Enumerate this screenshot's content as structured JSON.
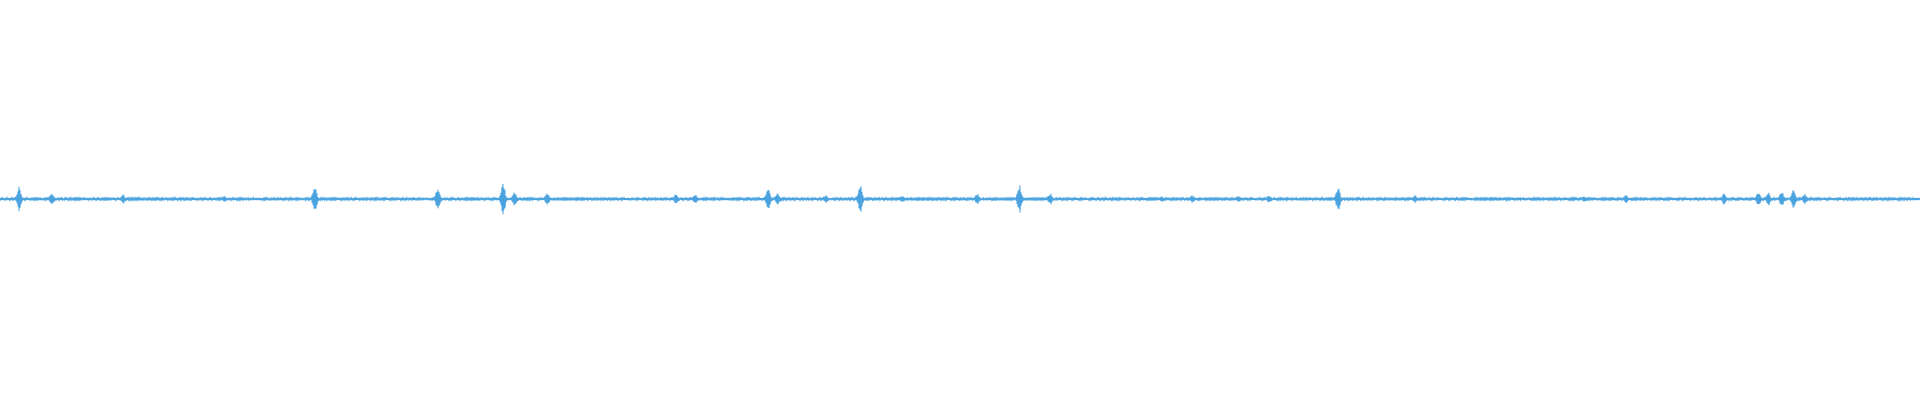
{
  "waveform": {
    "color": "#4aa3df",
    "baseline_amplitude": 0.012,
    "peaks": [
      {
        "t": 0.01,
        "amp": 0.13
      },
      {
        "t": 0.027,
        "amp": 0.06
      },
      {
        "t": 0.064,
        "amp": 0.05
      },
      {
        "t": 0.117,
        "amp": 0.03
      },
      {
        "t": 0.164,
        "amp": 0.16
      },
      {
        "t": 0.228,
        "amp": 0.13
      },
      {
        "t": 0.262,
        "amp": 0.17
      },
      {
        "t": 0.268,
        "amp": 0.08
      },
      {
        "t": 0.285,
        "amp": 0.07
      },
      {
        "t": 0.352,
        "amp": 0.05
      },
      {
        "t": 0.362,
        "amp": 0.05
      },
      {
        "t": 0.4,
        "amp": 0.13
      },
      {
        "t": 0.405,
        "amp": 0.06
      },
      {
        "t": 0.43,
        "amp": 0.04
      },
      {
        "t": 0.448,
        "amp": 0.15
      },
      {
        "t": 0.47,
        "amp": 0.04
      },
      {
        "t": 0.509,
        "amp": 0.06
      },
      {
        "t": 0.531,
        "amp": 0.15
      },
      {
        "t": 0.547,
        "amp": 0.06
      },
      {
        "t": 0.605,
        "amp": 0.03
      },
      {
        "t": 0.621,
        "amp": 0.04
      },
      {
        "t": 0.645,
        "amp": 0.03
      },
      {
        "t": 0.661,
        "amp": 0.04
      },
      {
        "t": 0.697,
        "amp": 0.13
      },
      {
        "t": 0.737,
        "amp": 0.04
      },
      {
        "t": 0.825,
        "amp": 0.03
      },
      {
        "t": 0.847,
        "amp": 0.04
      },
      {
        "t": 0.898,
        "amp": 0.06
      },
      {
        "t": 0.916,
        "amp": 0.08
      },
      {
        "t": 0.921,
        "amp": 0.07
      },
      {
        "t": 0.928,
        "amp": 0.09
      },
      {
        "t": 0.934,
        "amp": 0.1
      },
      {
        "t": 0.94,
        "amp": 0.05
      }
    ]
  }
}
